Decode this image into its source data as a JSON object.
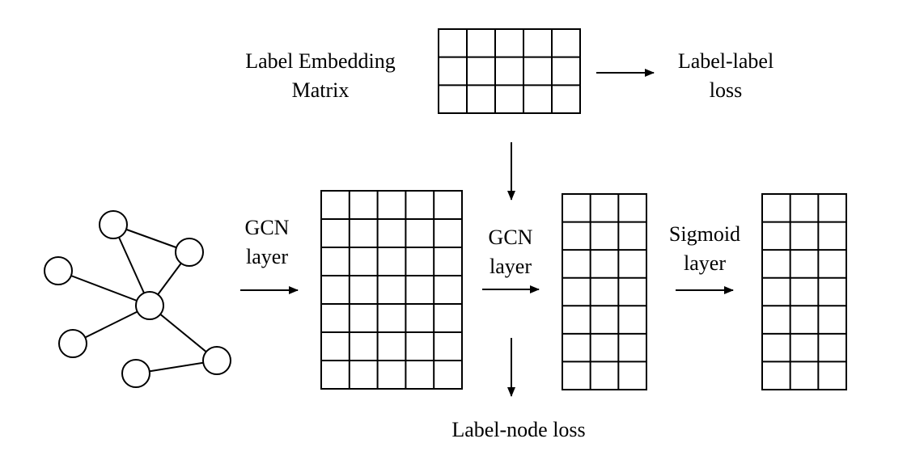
{
  "labels": {
    "embedding_line1": "Label Embedding",
    "embedding_line2": "Matrix",
    "label_label_line1": "Label-label",
    "label_label_line2": "loss",
    "gcn1_line1": "GCN",
    "gcn1_line2": "layer",
    "gcn2_line1": "GCN",
    "gcn2_line2": "layer",
    "sigmoid_line1": "Sigmoid",
    "sigmoid_line2": "layer",
    "label_node_loss": "Label-node loss"
  },
  "matrices": {
    "label_embedding": {
      "rows": 3,
      "cols": 5
    },
    "gcn_output_1": {
      "rows": 7,
      "cols": 5
    },
    "gcn_output_2": {
      "rows": 7,
      "cols": 3
    },
    "sigmoid_output": {
      "rows": 7,
      "cols": 3
    }
  },
  "graph": {
    "node_count": 7,
    "edges": [
      [
        0,
        1
      ],
      [
        0,
        3
      ],
      [
        1,
        3
      ],
      [
        2,
        3
      ],
      [
        3,
        4
      ],
      [
        3,
        5
      ],
      [
        5,
        6
      ]
    ]
  }
}
